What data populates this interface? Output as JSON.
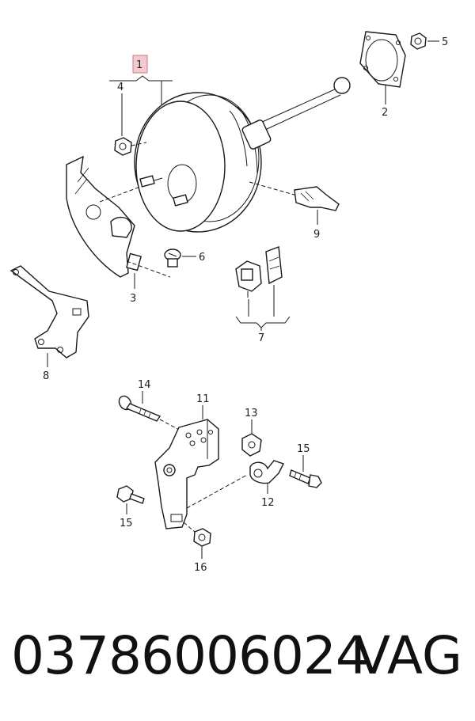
{
  "callouts": {
    "c1": "1",
    "c2": "2",
    "c3": "3",
    "c4": "4",
    "c5": "5",
    "c6": "6",
    "c7": "7",
    "c8": "8",
    "c9": "9",
    "c11": "11",
    "c12": "12",
    "c13": "13",
    "c14": "14",
    "c15a": "15",
    "c15b": "15",
    "c16": "16"
  },
  "highlight_color": "#f4c9cf",
  "footer": {
    "part_number": "03786006024",
    "brand": "VAG"
  }
}
